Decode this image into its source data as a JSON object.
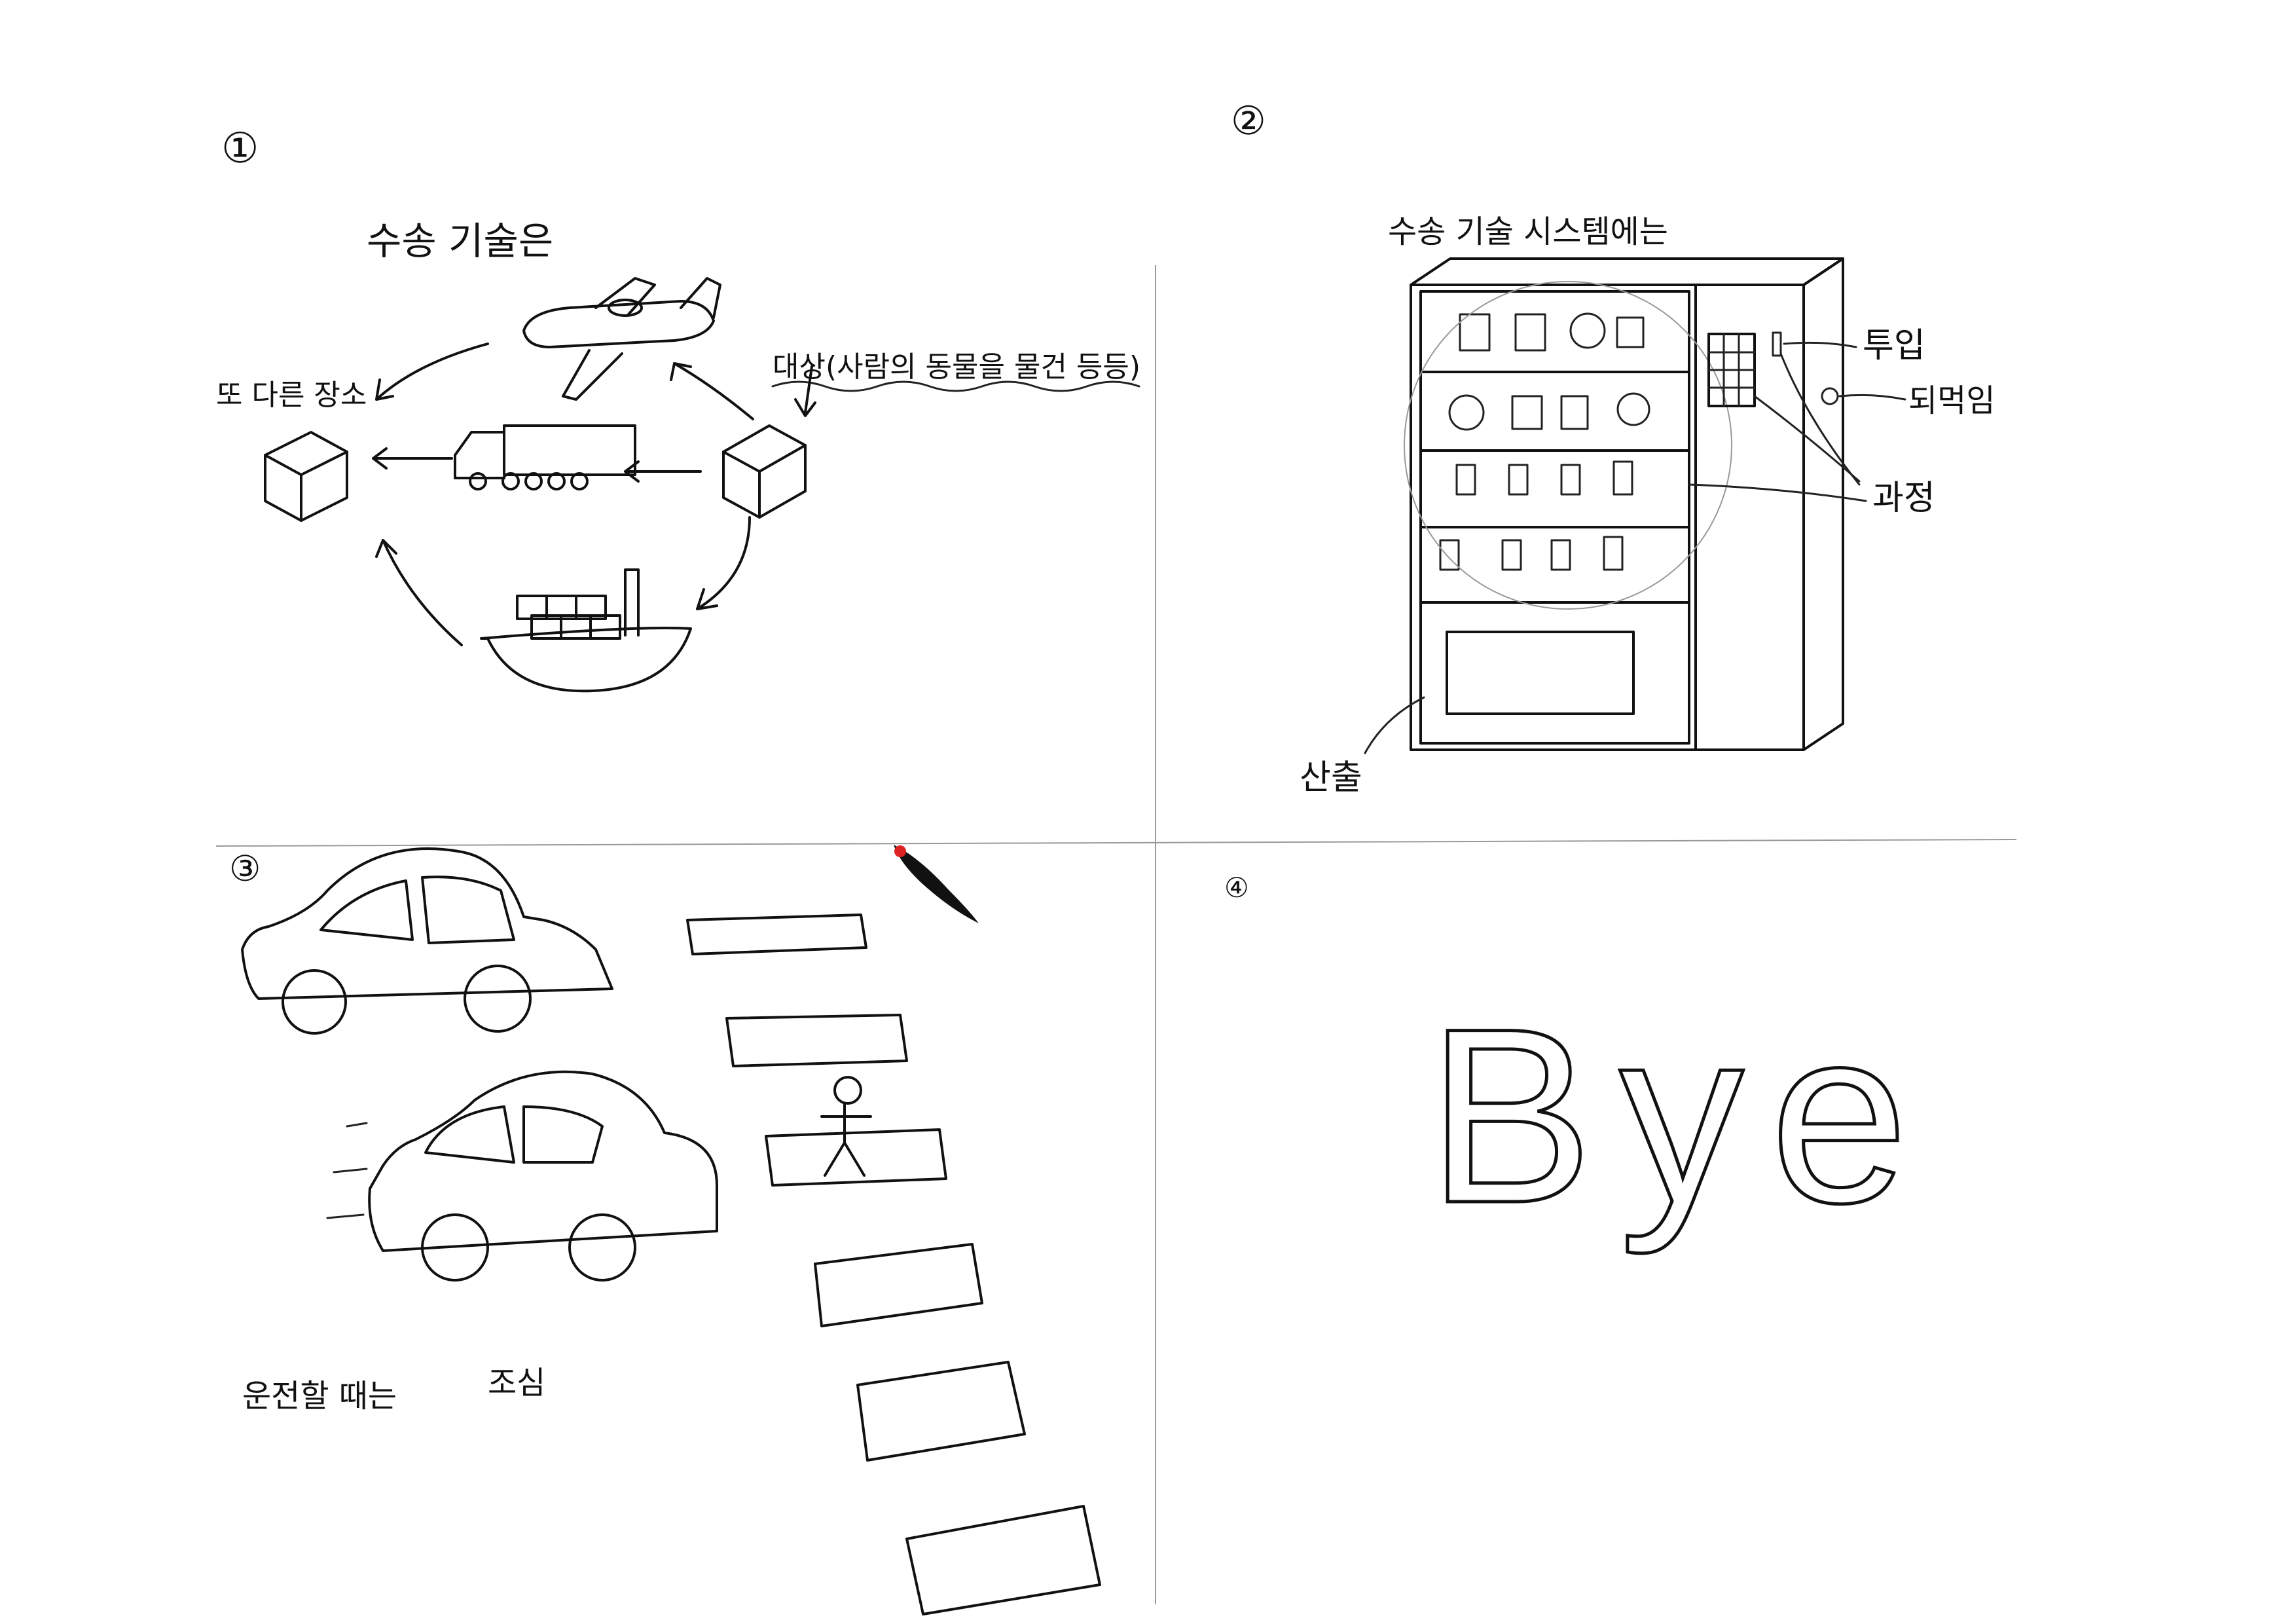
{
  "panels": [
    {
      "number": "①",
      "title": "수송 기술은",
      "labels": {
        "other_place": "또 다른 장소",
        "target": "대상(사람의 동물을 물건 등등)"
      },
      "icons": [
        "plane-icon",
        "truck-icon",
        "ship-icon",
        "box-icon"
      ]
    },
    {
      "number": "②",
      "title": "수송 기술 시스템에는",
      "labels": {
        "input": "투입",
        "feedback": "되먹임",
        "process": "과정",
        "output": "산출"
      },
      "icons": [
        "vending-machine-icon"
      ]
    },
    {
      "number": "③",
      "caption_left": "운전할 때는",
      "caption_right": "조심",
      "icons": [
        "car-icon",
        "pedestrian-icon",
        "crosswalk-icon"
      ]
    },
    {
      "number": "④",
      "big_text": "Bye"
    }
  ]
}
